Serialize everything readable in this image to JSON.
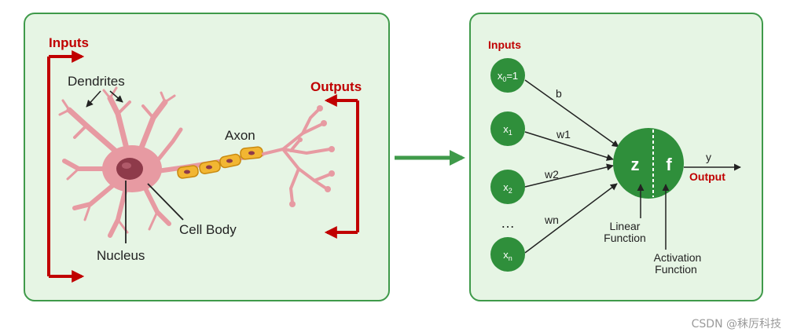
{
  "biological": {
    "inputs_label": "Inputs",
    "outputs_label": "Outputs",
    "dendrites_label": "Dendrites",
    "axon_label": "Axon",
    "cell_body_label": "Cell Body",
    "nucleus_label": "Nucleus"
  },
  "artificial": {
    "inputs_label": "Inputs",
    "nodes": [
      {
        "main": "x",
        "sub": "0",
        "suffix": "=1"
      },
      {
        "main": "x",
        "sub": "1",
        "suffix": ""
      },
      {
        "main": "x",
        "sub": "2",
        "suffix": ""
      },
      {
        "main": "x",
        "sub": "n",
        "suffix": ""
      }
    ],
    "ellipsis": "…",
    "weights": [
      "b",
      "w1",
      "w2",
      "wn"
    ],
    "neuron_z": "z",
    "neuron_f": "f",
    "output_symbol": "y",
    "output_label": "Output",
    "linear_function": [
      "Linear",
      "Function"
    ],
    "activation_function": [
      "Activation",
      "Function"
    ]
  },
  "watermark": "CSDN @秣厉科技",
  "colors": {
    "panel_fill": "#e6f5e4",
    "panel_border": "#3f9a4a",
    "accent_red": "#c00000",
    "node_green": "#2f8f3b",
    "neuron_pink": "#e79aa2",
    "nucleus": "#8e3a4a",
    "myelin": "#f2b632"
  }
}
